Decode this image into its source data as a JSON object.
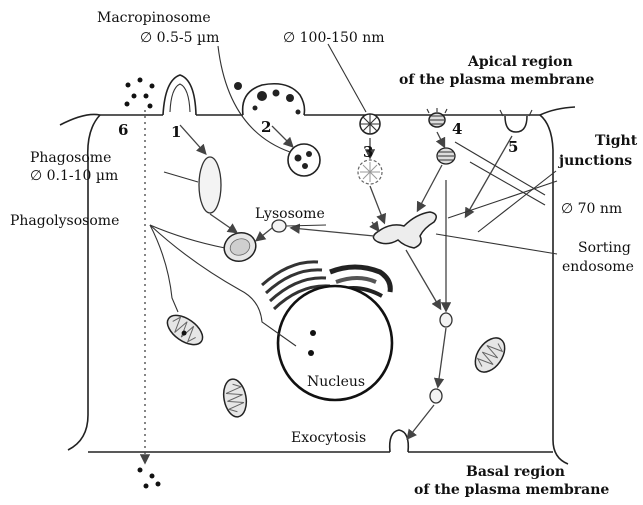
{
  "figure": {
    "labels": {
      "macropinosome": "Macropinosome",
      "macropinosome_size": "∅ 0.5-5 µm",
      "coated_size": "∅ 100-150 nm",
      "apical_line1": "Apical region",
      "apical_line2": "of the plasma membrane",
      "tight_line1": "Tight",
      "tight_line2": "junctions",
      "phagosome": "Phagosome",
      "phagosome_size": "∅ 0.1-10 µm",
      "phagolysosome": "Phagolysosome",
      "lysosome": "Lysosome",
      "small_size": "∅ 70 nm",
      "sorting_line1": "Sorting",
      "sorting_line2": "endosome",
      "nucleus": "Nucleus",
      "exocytosis": "Exocytosis",
      "basal_line1": "Basal region",
      "basal_line2": "of the plasma membrane"
    },
    "pathway_numbers": [
      "1",
      "2",
      "3",
      "4",
      "5",
      "6"
    ]
  }
}
